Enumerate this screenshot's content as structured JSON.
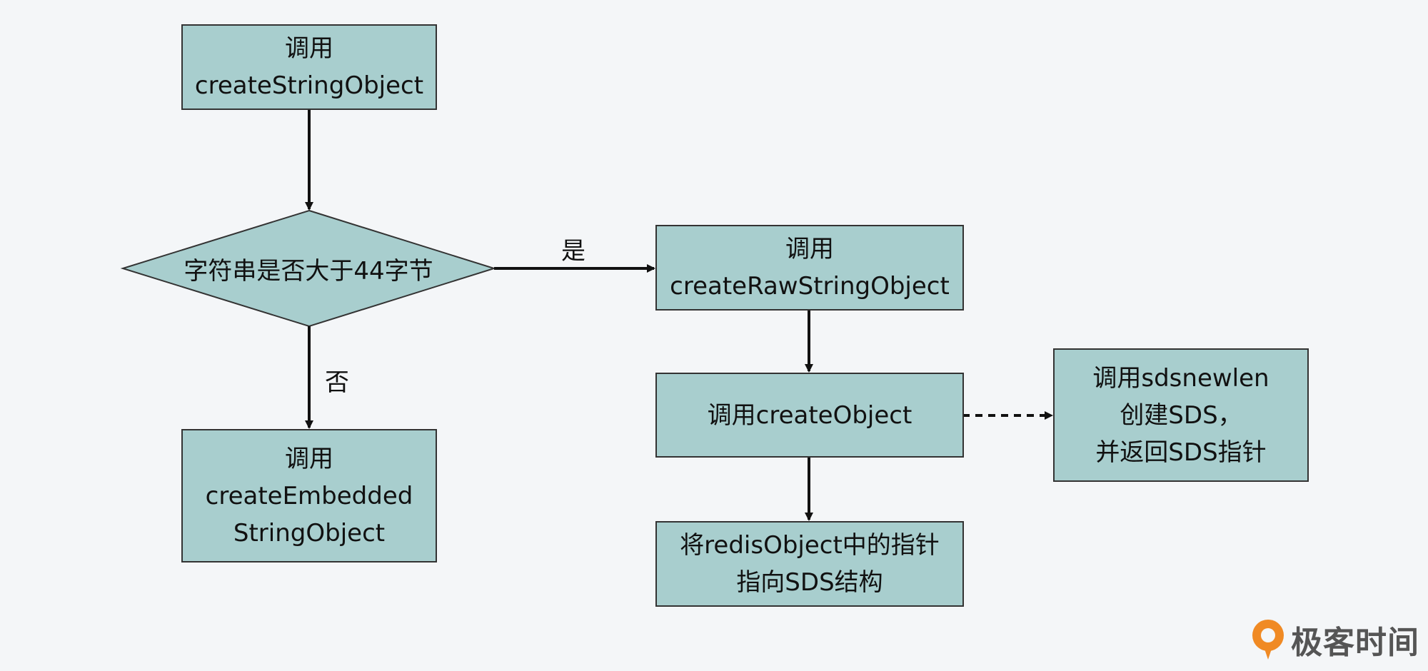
{
  "nodes": {
    "start": [
      "调用",
      "createStringObject"
    ],
    "decision": "字符串是否大于44字节",
    "raw": [
      "调用",
      "createRawStringObject"
    ],
    "embedded": [
      "调用",
      "createEmbedded",
      "StringObject"
    ],
    "create_object": [
      "调用createObject"
    ],
    "sdsnewlen": [
      "调用sdsnewlen",
      "创建SDS，",
      "并返回SDS指针"
    ],
    "pointer": [
      "将redisObject中的指针",
      "指向SDS结构"
    ]
  },
  "edges": {
    "yes_label": "是",
    "no_label": "否"
  },
  "brand": {
    "name": "极客时间",
    "logo_color": "#f08a24"
  },
  "colors": {
    "box_fill": "#a8cece",
    "stroke": "#111111",
    "background": "#f4f6f8"
  }
}
